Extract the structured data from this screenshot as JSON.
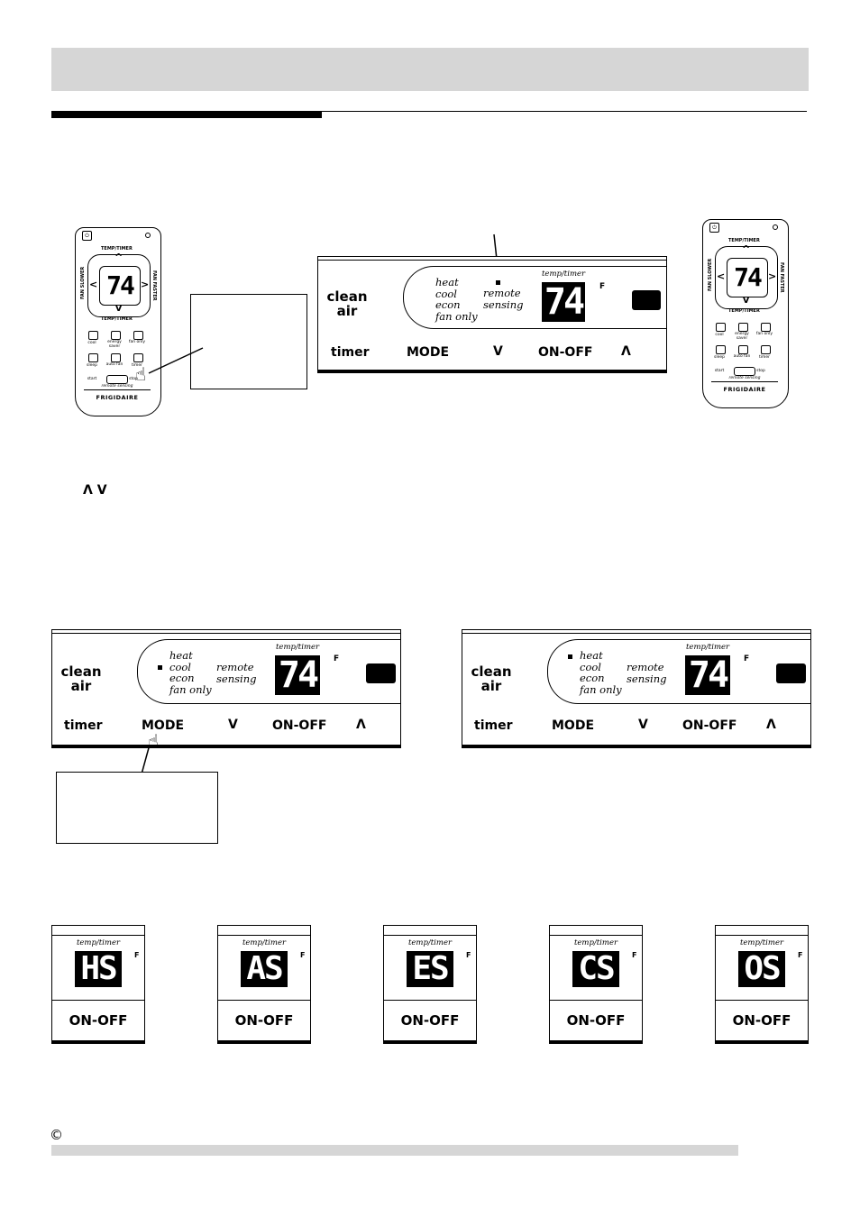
{
  "remote": {
    "temp_timer": "TEMP/TIMER",
    "fan_slower": "FAN SLOWER",
    "fan_faster": "FAN FASTER",
    "display": "74",
    "up": "^",
    "down": "v",
    "left": "<",
    "right": ">",
    "buttons": [
      "cool",
      "energy saver",
      "fan only",
      "sleep",
      "auto fan",
      "timer"
    ],
    "start": "start",
    "stop": "stop",
    "remote_sensing": "remote sensing",
    "brand": "FRIGIDAIRE"
  },
  "panel": {
    "clean_air": "clean air",
    "modes": [
      "heat",
      "cool",
      "econ",
      "fan only"
    ],
    "remote_sensing": "remote sensing",
    "temp_timer": "temp/timer",
    "display": "74",
    "unit": "F",
    "timer": "timer",
    "mode": "MODE",
    "down": "V",
    "on_off": "ON-OFF",
    "up": "Λ"
  },
  "up_down_symbols": "Λ V",
  "mini_displays": [
    {
      "code": "HS"
    },
    {
      "code": "AS"
    },
    {
      "code": "ES"
    },
    {
      "code": "CS"
    },
    {
      "code": "OS"
    }
  ],
  "mini_labels": {
    "temp_timer": "temp/timer",
    "unit": "F",
    "on_off": "ON-OFF"
  },
  "footer": {
    "copyright": "©"
  }
}
